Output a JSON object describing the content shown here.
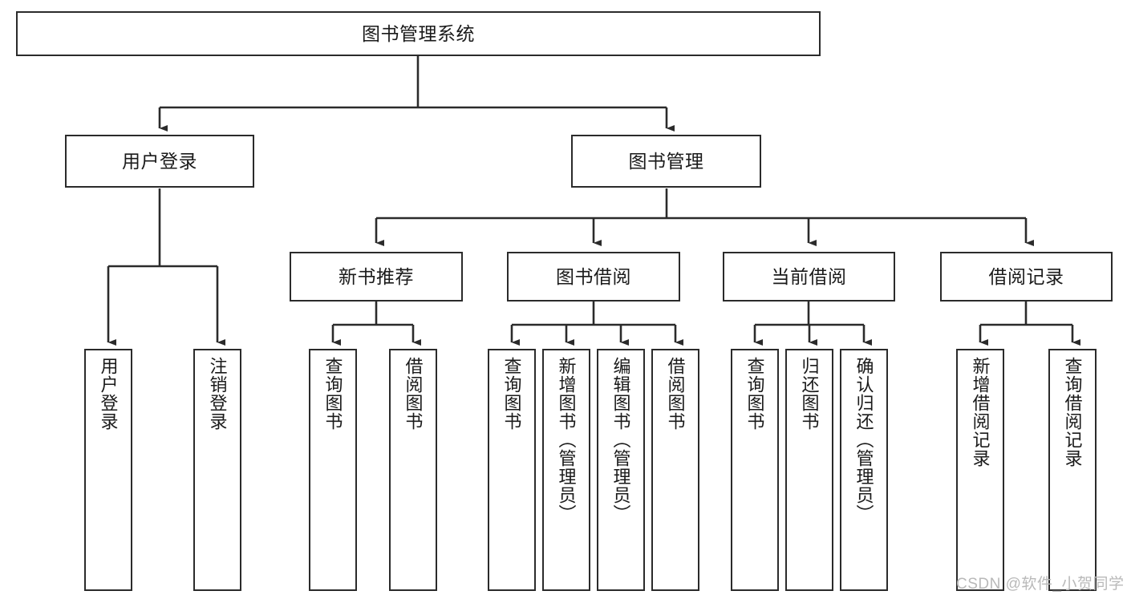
{
  "diagram": {
    "title": "图书管理系统",
    "type": "tree-hierarchy-chart",
    "watermark": "CSDN @软件_小贺同学",
    "line_color": "#2b2b2b",
    "box_fill": "#ffffff",
    "box_stroke": "#2b2b2b",
    "text_color": "#1a1a1a",
    "nodes": {
      "root": {
        "label": "图书管理系统"
      },
      "level1": [
        {
          "id": "user-login",
          "label": "用户登录"
        },
        {
          "id": "book-manage",
          "label": "图书管理"
        }
      ],
      "level2": [
        {
          "id": "new-book-recommend",
          "label": "新书推荐"
        },
        {
          "id": "book-borrow",
          "label": "图书借阅"
        },
        {
          "id": "current-borrow",
          "label": "当前借阅"
        },
        {
          "id": "borrow-record",
          "label": "借阅记录"
        }
      ],
      "leaves": {
        "user-login": [
          {
            "id": "leaf-user-login",
            "label": "用户登录"
          },
          {
            "id": "leaf-logout-login",
            "label": "注销登录"
          }
        ],
        "new-book-recommend": [
          {
            "id": "leaf-query-book-1",
            "label": "查询图书"
          },
          {
            "id": "leaf-borrow-book-1",
            "label": "借阅图书"
          }
        ],
        "book-borrow": [
          {
            "id": "leaf-query-book-2",
            "label": "查询图书"
          },
          {
            "id": "leaf-add-book-admin",
            "label": "新增图书（管理员）"
          },
          {
            "id": "leaf-edit-book-admin",
            "label": "编辑图书（管理员）"
          },
          {
            "id": "leaf-borrow-book-2",
            "label": "借阅图书"
          }
        ],
        "current-borrow": [
          {
            "id": "leaf-query-book-3",
            "label": "查询图书"
          },
          {
            "id": "leaf-return-book",
            "label": "归还图书"
          },
          {
            "id": "leaf-confirm-return-admin",
            "label": "确认归还（管理员）"
          }
        ],
        "borrow-record": [
          {
            "id": "leaf-add-borrow-record",
            "label": "新增借阅记录"
          },
          {
            "id": "leaf-query-borrow-record",
            "label": "查询借阅记录"
          }
        ]
      }
    }
  }
}
